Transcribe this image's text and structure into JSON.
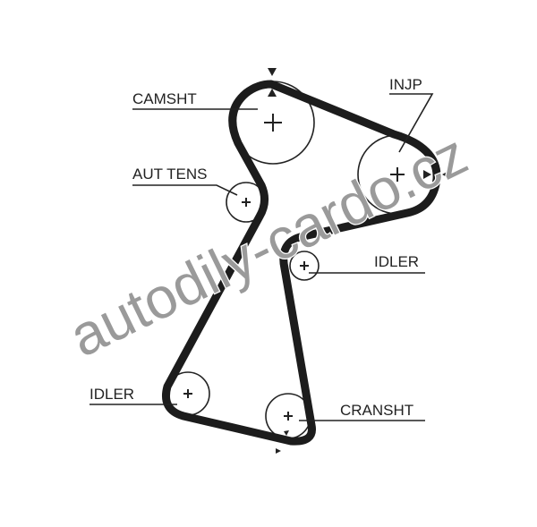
{
  "diagram": {
    "labels": {
      "camshaft": "CAMSHT",
      "injection_pump": "INJP",
      "auto_tensioner": "AUT TENS",
      "idler_right": "IDLER",
      "idler_left": "IDLER",
      "crankshaft": "CRANSHT"
    },
    "watermark": "autodily-cardo.cz"
  }
}
